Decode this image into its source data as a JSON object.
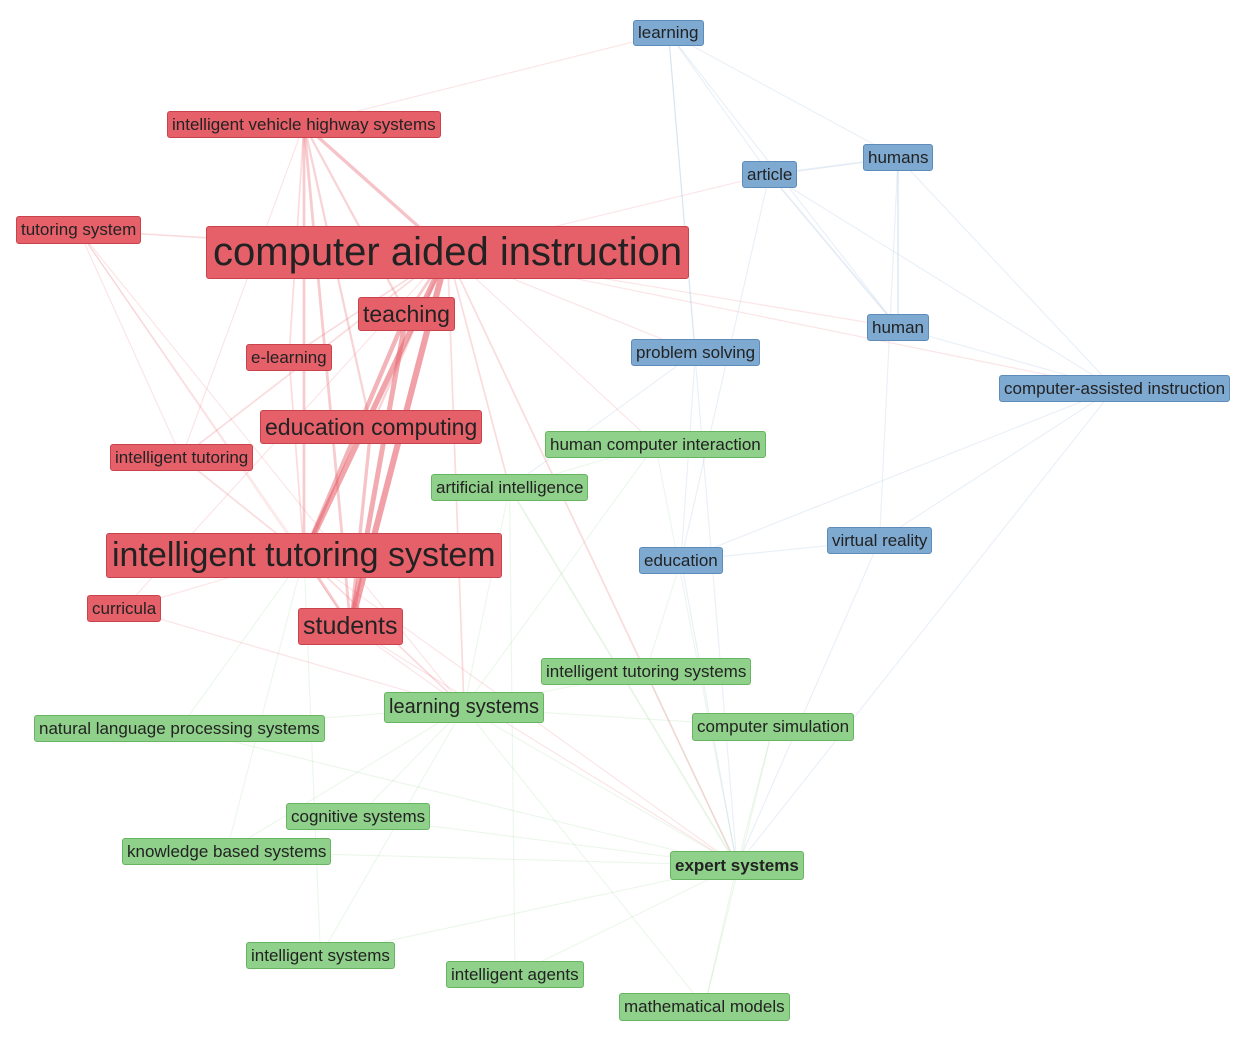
{
  "colors": {
    "red": "#e6606a",
    "blue": "#7ea9d1",
    "green": "#8fd08a"
  },
  "nodes": [
    {
      "id": "learning",
      "label": "learning",
      "cluster": "blue"
    },
    {
      "id": "ivhs",
      "label": "intelligent vehicle highway systems",
      "cluster": "red"
    },
    {
      "id": "humans",
      "label": "humans",
      "cluster": "blue"
    },
    {
      "id": "article",
      "label": "article",
      "cluster": "blue"
    },
    {
      "id": "tutoring_system",
      "label": "tutoring system",
      "cluster": "red"
    },
    {
      "id": "cai",
      "label": "computer aided instruction",
      "cluster": "red"
    },
    {
      "id": "teaching",
      "label": "teaching",
      "cluster": "red"
    },
    {
      "id": "human",
      "label": "human",
      "cluster": "blue"
    },
    {
      "id": "problem_solving",
      "label": "problem solving",
      "cluster": "blue"
    },
    {
      "id": "e_learning",
      "label": "e-learning",
      "cluster": "red"
    },
    {
      "id": "computer_assisted",
      "label": "computer-assisted instruction",
      "cluster": "blue"
    },
    {
      "id": "education_computing",
      "label": "education computing",
      "cluster": "red"
    },
    {
      "id": "hci",
      "label": "human computer interaction",
      "cluster": "green"
    },
    {
      "id": "intelligent_tutoring",
      "label": "intelligent tutoring",
      "cluster": "red"
    },
    {
      "id": "ai",
      "label": "artificial intelligence",
      "cluster": "green"
    },
    {
      "id": "virtual_reality",
      "label": "virtual reality",
      "cluster": "blue"
    },
    {
      "id": "its",
      "label": "intelligent tutoring system",
      "cluster": "red"
    },
    {
      "id": "education",
      "label": "education",
      "cluster": "blue"
    },
    {
      "id": "curricula",
      "label": "curricula",
      "cluster": "red"
    },
    {
      "id": "students",
      "label": "students",
      "cluster": "red"
    },
    {
      "id": "its_plural",
      "label": "intelligent tutoring systems",
      "cluster": "green"
    },
    {
      "id": "learning_systems",
      "label": "learning systems",
      "cluster": "green"
    },
    {
      "id": "nlp",
      "label": "natural language processing systems",
      "cluster": "green"
    },
    {
      "id": "computer_simulation",
      "label": "computer simulation",
      "cluster": "green"
    },
    {
      "id": "cognitive_systems",
      "label": "cognitive systems",
      "cluster": "green"
    },
    {
      "id": "kbs",
      "label": "knowledge based systems",
      "cluster": "green"
    },
    {
      "id": "expert_systems",
      "label": "expert systems",
      "cluster": "green"
    },
    {
      "id": "intelligent_systems",
      "label": "intelligent systems",
      "cluster": "green"
    },
    {
      "id": "intelligent_agents",
      "label": "intelligent agents",
      "cluster": "green"
    },
    {
      "id": "math_models",
      "label": "mathematical models",
      "cluster": "green"
    }
  ],
  "edges": [
    [
      "cai",
      "students",
      10
    ],
    [
      "cai",
      "its",
      9
    ],
    [
      "teaching",
      "students",
      8
    ],
    [
      "teaching",
      "its",
      7
    ],
    [
      "education_computing",
      "students",
      5
    ],
    [
      "ivhs",
      "cai",
      5
    ],
    [
      "ivhs",
      "its",
      4
    ],
    [
      "ivhs",
      "students",
      4
    ],
    [
      "ivhs",
      "teaching",
      3
    ],
    [
      "ivhs",
      "education_computing",
      3
    ],
    [
      "cai",
      "teaching",
      4
    ],
    [
      "cai",
      "education_computing",
      3
    ],
    [
      "its",
      "students",
      4
    ],
    [
      "e_learning",
      "cai",
      2
    ],
    [
      "e_learning",
      "its",
      2
    ],
    [
      "intelligent_tutoring",
      "cai",
      2
    ],
    [
      "intelligent_tutoring",
      "its",
      2
    ],
    [
      "tutoring_system",
      "cai",
      2
    ],
    [
      "tutoring_system",
      "its",
      1
    ],
    [
      "tutoring_system",
      "students",
      1
    ],
    [
      "curricula",
      "cai",
      1
    ],
    [
      "curricula",
      "its",
      1
    ],
    [
      "ivhs",
      "e_learning",
      2
    ],
    [
      "ivhs",
      "intelligent_tutoring",
      1
    ],
    [
      "cai",
      "learning_systems",
      2
    ],
    [
      "cai",
      "expert_systems",
      2
    ],
    [
      "cai",
      "ai",
      2
    ],
    [
      "its",
      "learning_systems",
      2
    ],
    [
      "its",
      "expert_systems",
      1
    ],
    [
      "students",
      "expert_systems",
      1
    ],
    [
      "students",
      "learning_systems",
      1
    ],
    [
      "cai",
      "hci",
      1
    ],
    [
      "cai",
      "problem_solving",
      1
    ],
    [
      "cai",
      "article",
      1
    ],
    [
      "cai",
      "computer_assisted",
      1
    ],
    [
      "cai",
      "human",
      1
    ],
    [
      "article",
      "humans",
      2
    ],
    [
      "article",
      "human",
      2
    ],
    [
      "humans",
      "human",
      2
    ],
    [
      "learning",
      "article",
      1
    ],
    [
      "learning",
      "humans",
      1
    ],
    [
      "learning",
      "problem_solving",
      1
    ],
    [
      "learning",
      "human",
      1
    ],
    [
      "humans",
      "computer_assisted",
      1
    ],
    [
      "article",
      "computer_assisted",
      1
    ],
    [
      "human",
      "computer_assisted",
      1
    ],
    [
      "problem_solving",
      "education",
      1
    ],
    [
      "education",
      "virtual_reality",
      1
    ],
    [
      "article",
      "education",
      1
    ],
    [
      "humans",
      "virtual_reality",
      1
    ],
    [
      "computer_assisted",
      "virtual_reality",
      1
    ],
    [
      "computer_assisted",
      "education",
      1
    ],
    [
      "ai",
      "expert_systems",
      2
    ],
    [
      "ai",
      "learning_systems",
      1
    ],
    [
      "ai",
      "intelligent_agents",
      1
    ],
    [
      "learning_systems",
      "expert_systems",
      1
    ],
    [
      "its_plural",
      "expert_systems",
      1
    ],
    [
      "computer_simulation",
      "expert_systems",
      1
    ],
    [
      "hci",
      "expert_systems",
      1
    ],
    [
      "kbs",
      "expert_systems",
      1
    ],
    [
      "cognitive_systems",
      "expert_systems",
      1
    ],
    [
      "intelligent_systems",
      "expert_systems",
      1
    ],
    [
      "math_models",
      "expert_systems",
      1
    ],
    [
      "intelligent_agents",
      "expert_systems",
      1
    ],
    [
      "nlp",
      "learning_systems",
      1
    ],
    [
      "nlp",
      "expert_systems",
      1
    ],
    [
      "kbs",
      "learning_systems",
      1
    ],
    [
      "cognitive_systems",
      "learning_systems",
      1
    ],
    [
      "intelligent_systems",
      "learning_systems",
      1
    ],
    [
      "math_models",
      "learning_systems",
      1
    ],
    [
      "computer_simulation",
      "learning_systems",
      1
    ],
    [
      "its_plural",
      "learning_systems",
      1
    ],
    [
      "hci",
      "learning_systems",
      1
    ],
    [
      "nlp",
      "its",
      1
    ],
    [
      "kbs",
      "its",
      1
    ],
    [
      "intelligent_systems",
      "its",
      1
    ],
    [
      "math_models",
      "computer_simulation",
      1
    ],
    [
      "virtual_reality",
      "expert_systems",
      1
    ],
    [
      "education",
      "expert_systems",
      1
    ],
    [
      "learning",
      "expert_systems",
      1
    ],
    [
      "computer_assisted",
      "expert_systems",
      1
    ],
    [
      "ivhs",
      "learning",
      1
    ],
    [
      "tutoring_system",
      "learning_systems",
      1
    ],
    [
      "curricula",
      "learning_systems",
      1
    ],
    [
      "hci",
      "ai",
      1
    ],
    [
      "problem_solving",
      "ai",
      1
    ],
    [
      "its_plural",
      "education",
      1
    ],
    [
      "tutoring_system",
      "intelligent_tutoring",
      1
    ]
  ]
}
